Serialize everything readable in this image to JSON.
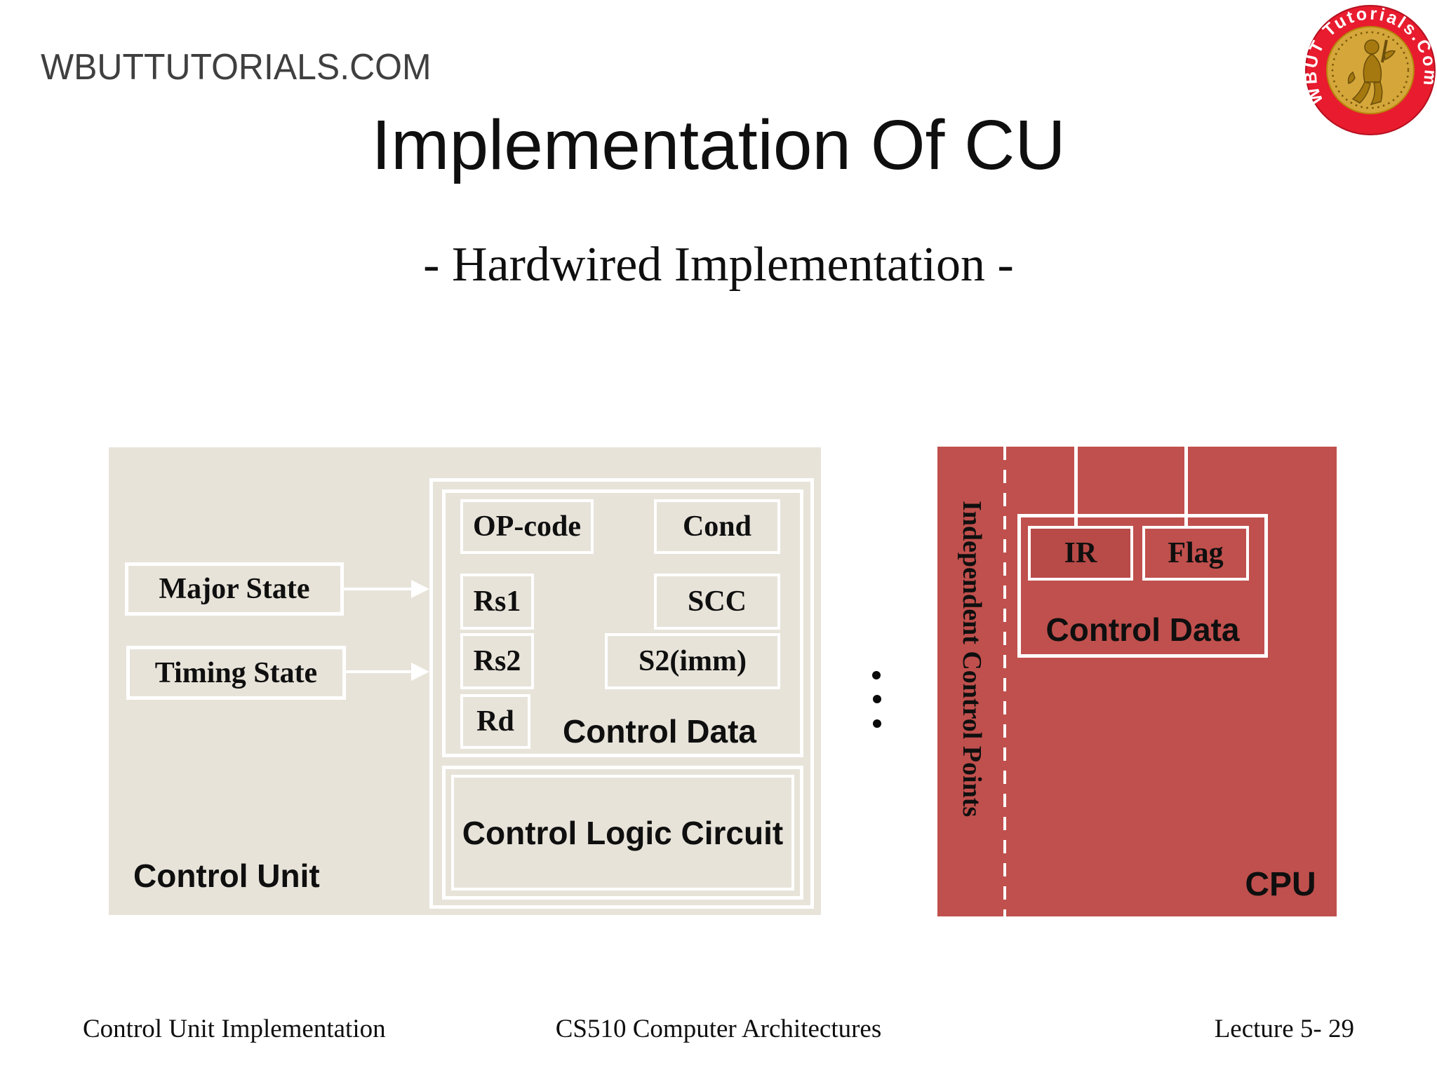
{
  "header": {
    "site": "WBUTTUTORIALS.COM",
    "logo": {
      "ring_text": "WBUT Tutorials.Com"
    }
  },
  "title": "Implementation Of CU",
  "subtitle": "- Hardwired Implementation -",
  "control_unit": {
    "label": "Control Unit",
    "state_boxes": [
      "Major State",
      "Timing State"
    ],
    "fields_left": [
      "OP-code",
      "Rs1",
      "Rs2",
      "Rd"
    ],
    "fields_right": [
      "Cond",
      "SCC",
      "S2(imm)"
    ],
    "control_data_label": "Control Data",
    "logic_label": "Control Logic Circuit"
  },
  "cpu": {
    "label": "CPU",
    "vertical_label": "Independent Control Points",
    "registers": [
      "IR",
      "Flag"
    ],
    "control_data_label": "Control Data"
  },
  "footer": {
    "left": "Control Unit Implementation",
    "center": "CS510 Computer Architectures",
    "right": "Lecture 5- 29"
  },
  "colors": {
    "beige": "#e7e3d9",
    "red": "#c0504d",
    "red_dark": "#b84a47",
    "ink": "#0f0f0f",
    "gray": "#3f3f3f",
    "logo_red": "#e81c2e",
    "logo_gold": "#d5a73b",
    "logo_gold_dark": "#7a5708"
  }
}
